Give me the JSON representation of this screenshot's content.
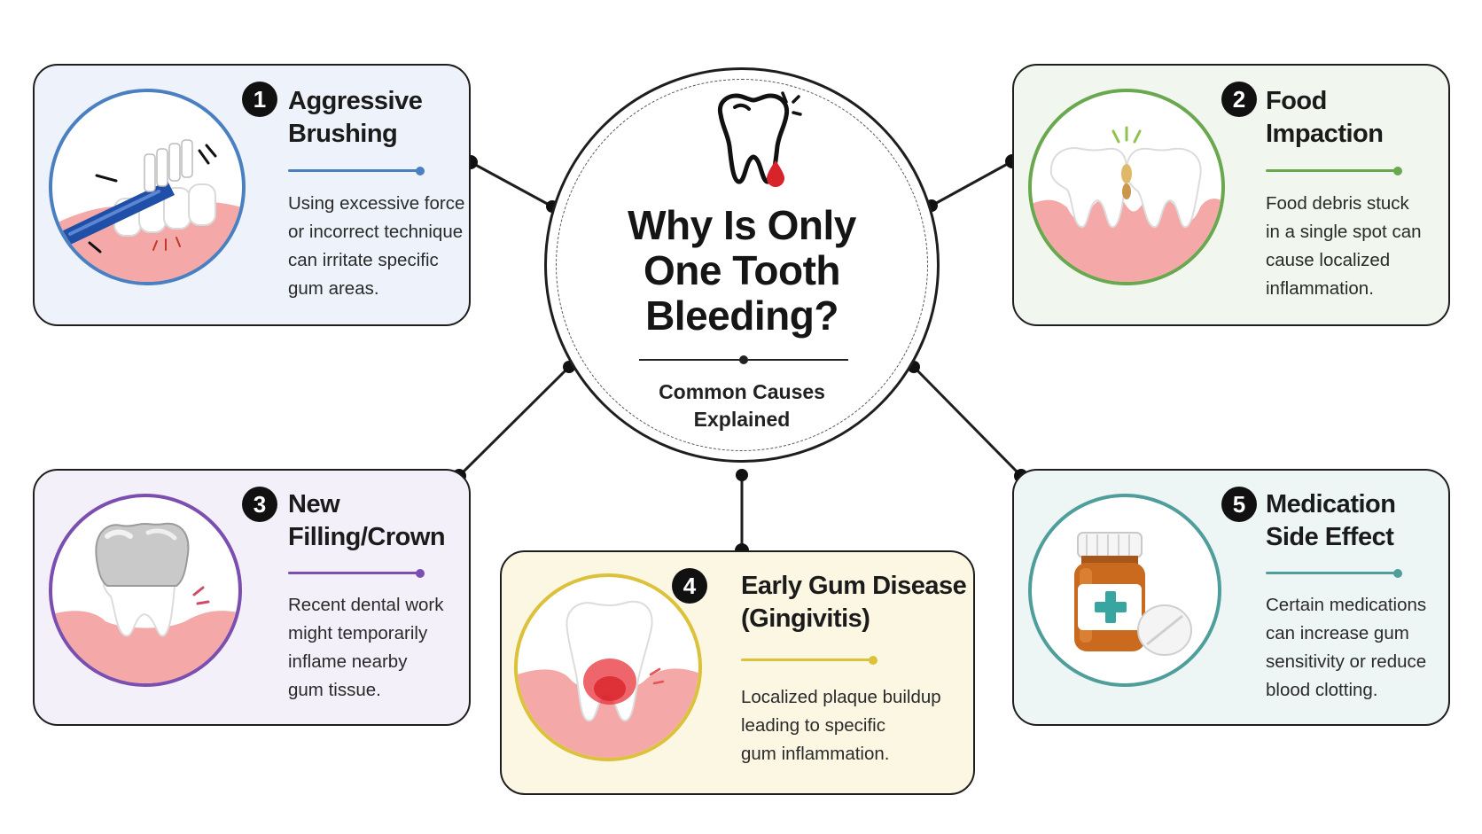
{
  "center": {
    "title_lines": [
      "Why Is Only",
      "One Tooth",
      "Bleeding?"
    ],
    "subtitle_lines": [
      "Common Causes",
      "Explained"
    ]
  },
  "causes": [
    {
      "number": "1",
      "title_lines": [
        "Aggressive",
        "Brushing"
      ],
      "accent": "#4a7fc1",
      "description_lines": [
        "Using excessive force",
        "or incorrect technique",
        "can irritate specific",
        "gum areas."
      ]
    },
    {
      "number": "2",
      "title_lines": [
        "Food",
        "Impaction"
      ],
      "accent": "#6aa84f",
      "description_lines": [
        "Food debris stuck",
        "in a single spot can",
        "cause localized",
        "inflammation."
      ]
    },
    {
      "number": "3",
      "title_lines": [
        "New",
        "Filling/Crown"
      ],
      "accent": "#7b4fb0",
      "description_lines": [
        "Recent dental work",
        "might temporarily",
        "inflame nearby",
        "gum tissue."
      ]
    },
    {
      "number": "4",
      "title_lines": [
        "Early Gum Disease",
        "(Gingivitis)"
      ],
      "accent": "#dcc13a",
      "description_lines": [
        "Localized plaque buildup",
        "leading to specific",
        "gum inflammation."
      ]
    },
    {
      "number": "5",
      "title_lines": [
        "Medication",
        "Side Effect"
      ],
      "accent": "#4f9e9b",
      "description_lines": [
        "Certain medications",
        "can increase gum",
        "sensitivity or reduce",
        "blood clotting."
      ]
    }
  ],
  "colors": {
    "gum": "#f4a9a8",
    "blood": "#d8232a",
    "outline": "#1e1e1e"
  },
  "icons": [
    "tooth-bleeding-icon",
    "toothbrush-icon",
    "food-impaction-icon",
    "crown-icon",
    "gingivitis-tooth-icon",
    "medication-bottle-icon"
  ]
}
